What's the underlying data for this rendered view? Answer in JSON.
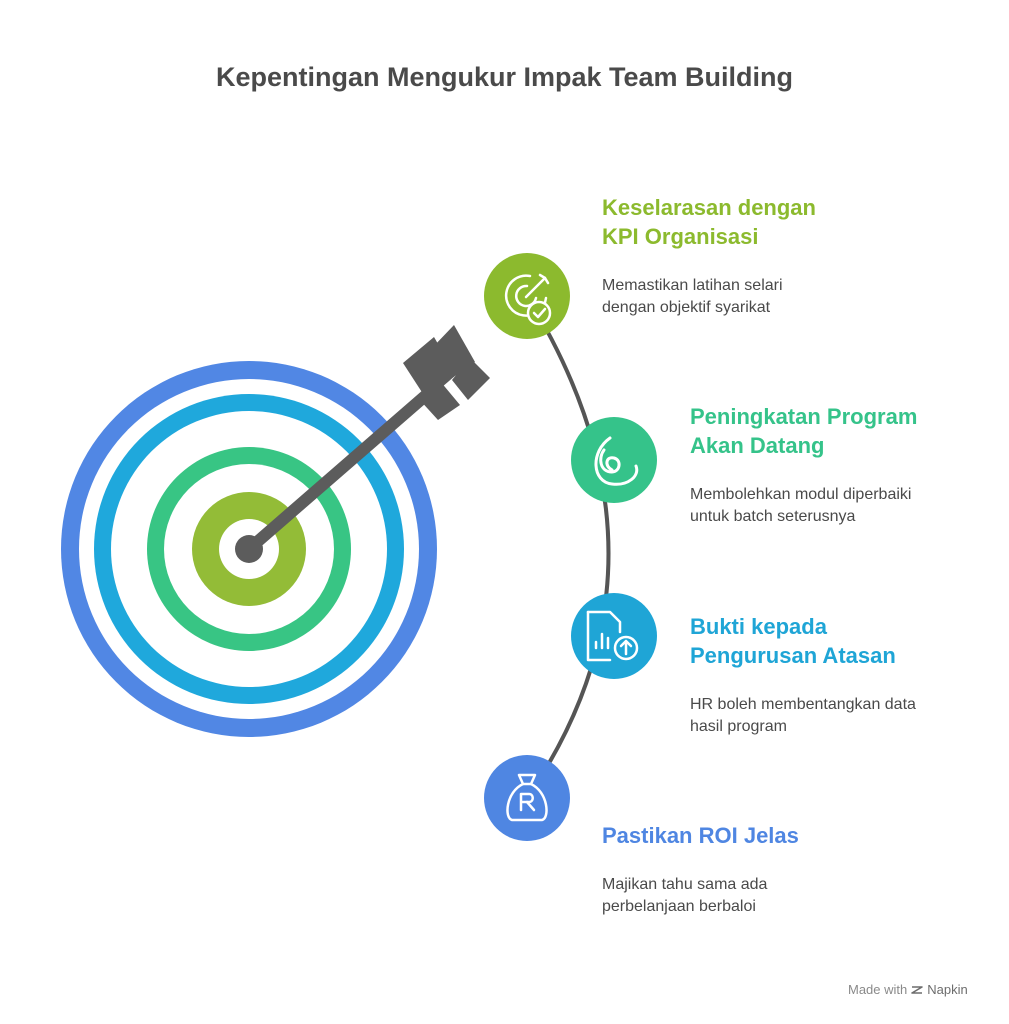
{
  "title": "Kepentingan Mengukur Impak Team Building",
  "colors": {
    "outer_ring": "#5187e4",
    "second_ring": "#1fa8dc",
    "third_ring": "#38c584",
    "center": "#93bc37",
    "arrow": "#5c5c5c",
    "text": "#4a4a4a"
  },
  "steps": [
    {
      "title": "Keselarasan dengan\nKPI Organisasi",
      "description": "Memastikan latihan selari\ndengan objektif syarikat",
      "icon": "target-check-icon",
      "color": "#8cba2e"
    },
    {
      "title": "Peningkatan Program\nAkan Datang",
      "description": "Membolehkan modul diperbaiki\nuntuk batch seterusnya",
      "icon": "spiral-icon",
      "color": "#35c38a"
    },
    {
      "title": "Bukti kepada\nPengurusan Atasan",
      "description": "HR boleh membentangkan data\nhasil program",
      "icon": "report-upload-icon",
      "color": "#1fa5d6"
    },
    {
      "title": "Pastikan ROI Jelas",
      "description": "Majikan tahu sama ada\nperbelanjaan berbaloi",
      "icon": "money-bag-icon",
      "color": "#4f86e2"
    }
  ],
  "footer": {
    "made_with": "Made with",
    "brand": "Napkin"
  }
}
